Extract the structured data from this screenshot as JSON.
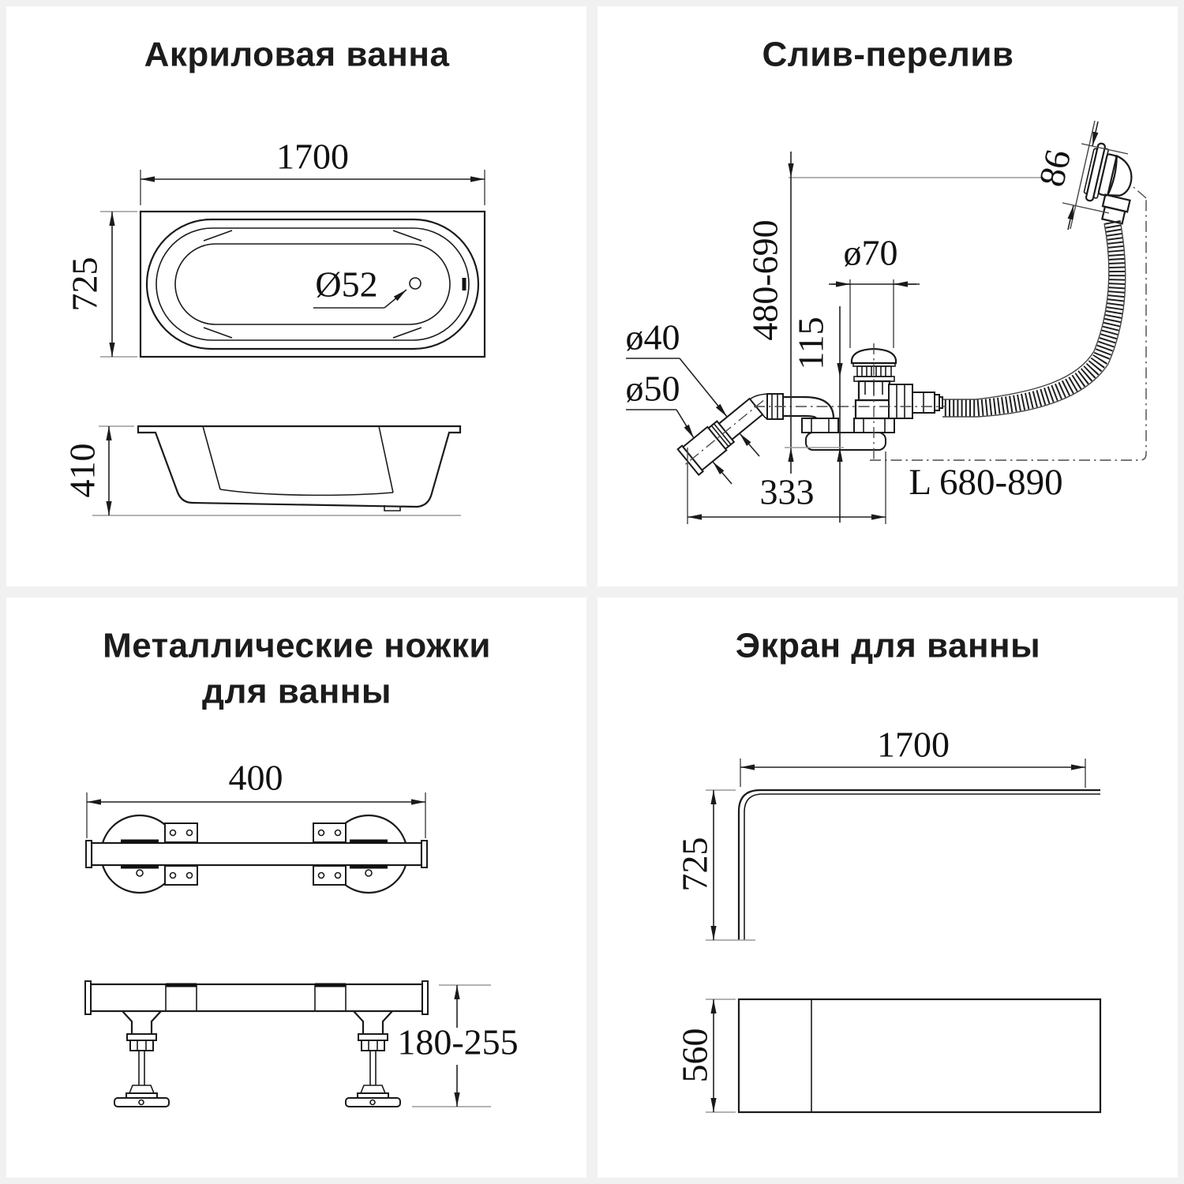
{
  "panels": {
    "bathtub": {
      "title": "Акриловая ванна",
      "length": "1700",
      "width": "725",
      "drain_diameter": "Ø52",
      "height": "410"
    },
    "overflow": {
      "title": "Слив-перелив",
      "head_size": "86",
      "height_range": "480-690",
      "drain_cap_diameter": "ø70",
      "drain_height": "115",
      "pipe_diameter_small": "ø40",
      "pipe_diameter_big": "ø50",
      "horizontal_offset": "333",
      "hose_length": "L 680-890"
    },
    "legs": {
      "title_line1": "Металлические ножки",
      "title_line2": "для ванны",
      "length": "400",
      "height_range": "180-255"
    },
    "screen": {
      "title": "Экран для ванны",
      "length": "1700",
      "height": "725",
      "panel_height": "560"
    }
  },
  "colors": {
    "background": "#f1f1f2",
    "card": "#ffffff",
    "line": "#1a1a1a"
  }
}
